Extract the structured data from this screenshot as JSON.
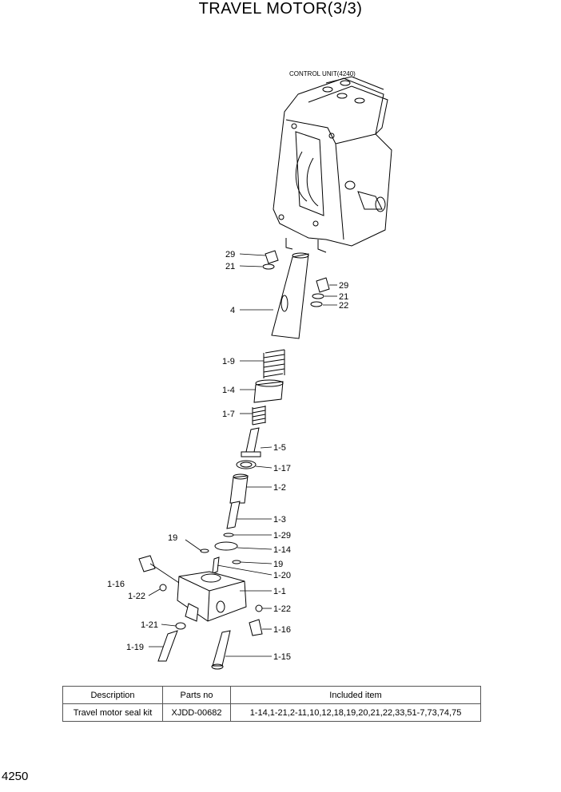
{
  "title": "TRAVEL MOTOR(3/3)",
  "control_unit_label": "CONTROL UNIT(4240)",
  "callouts": [
    "29",
    "21",
    "29",
    "21",
    "22",
    "4",
    "1-9",
    "1-4",
    "1-7",
    "1-5",
    "1-17",
    "1-2",
    "1-3",
    "1-29",
    "19",
    "1-14",
    "19",
    "1-20",
    "1-16",
    "1-1",
    "1-22",
    "1-22",
    "1-21",
    "1-16",
    "1-19",
    "1-15"
  ],
  "table": {
    "headers": [
      "Description",
      "Parts no",
      "Included item"
    ],
    "row": [
      "Travel motor seal kit",
      "XJDD-00682",
      "1-14,1-21,2-11,10,12,18,19,20,21,22,33,51-7,73,74,75"
    ]
  },
  "page_number": "4250"
}
